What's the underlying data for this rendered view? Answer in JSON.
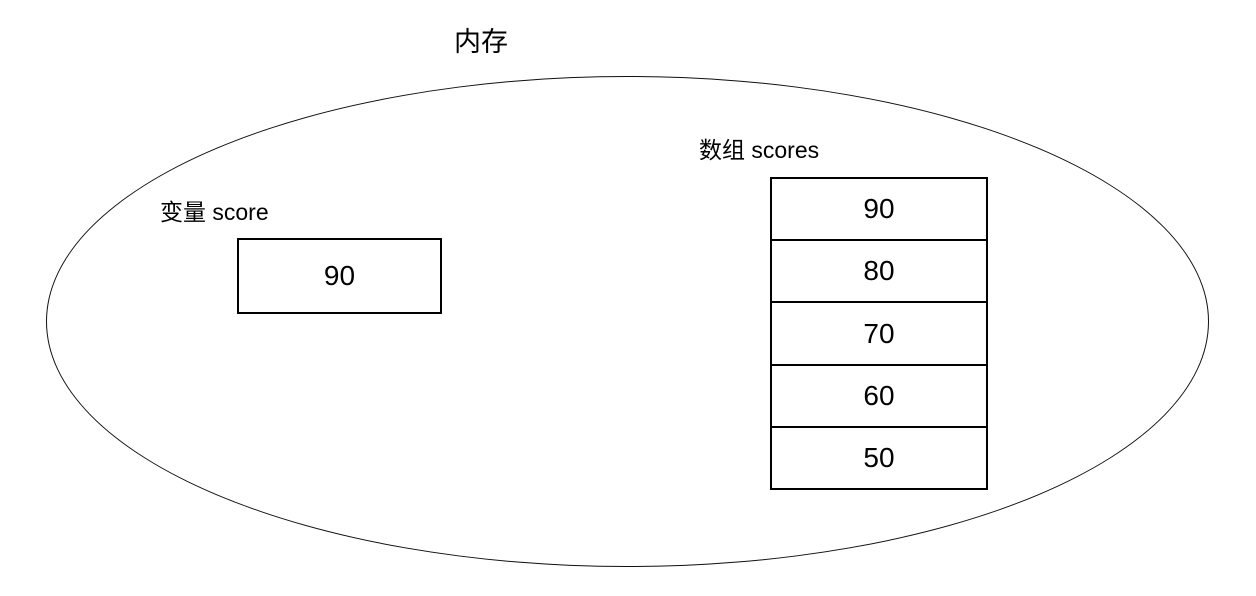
{
  "title": "内存",
  "variable": {
    "label": "变量 score",
    "value": "90"
  },
  "array": {
    "label": "数组 scores",
    "values": [
      "90",
      "80",
      "70",
      "60",
      "50"
    ]
  },
  "colors": {
    "line": "#000000",
    "background": "#ffffff",
    "text": "#000000"
  }
}
